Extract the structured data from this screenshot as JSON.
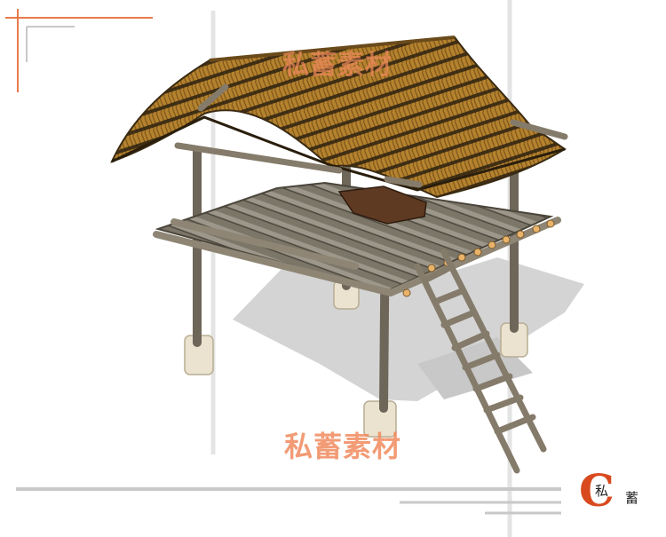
{
  "watermark": {
    "top_text": "私蓄素材",
    "bottom_text": "私蓄素材",
    "color": "#f08a5d"
  },
  "logo": {
    "mark": "C",
    "char_1": "私",
    "char_2": "蓄",
    "color": "#d84a1e"
  },
  "colors": {
    "thatch": "#a8782a",
    "thatch_dark": "#3a2a12",
    "wood": "#8c8273",
    "stone": "#e8e0cc",
    "shadow": "#d2d2d2",
    "frame_orange": "#e87a4a",
    "frame_gray": "#bbbbbb"
  }
}
